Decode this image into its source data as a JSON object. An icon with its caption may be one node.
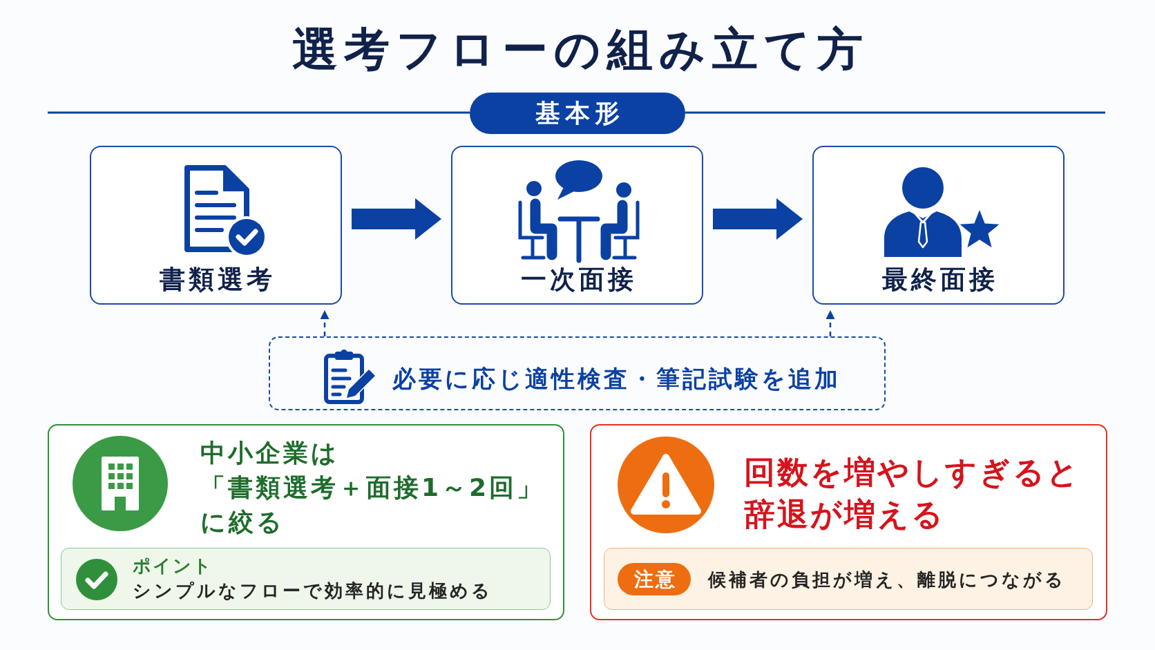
{
  "diagram": {
    "title": "選考フローの組み立て方",
    "nodes": [
      {
        "text": [
          "基本形"
        ]
      },
      {
        "text": [
          "書類選考"
        ]
      },
      {
        "text": [
          "一次面接"
        ]
      },
      {
        "text": [
          "最終面接"
        ]
      },
      {
        "text": [
          "必要に応じ適性検査・筆記試験を追加"
        ]
      },
      {
        "text": [
          "中小企業は「書類選考＋面接1～2回」に絞る"
        ]
      },
      {
        "text": [
          "ポイント",
          "シンプルなフローで効率的に見極める"
        ],
        "in": 5
      },
      {
        "text": [
          "回数を増やしすぎると辞退が増える"
        ]
      },
      {
        "text": [
          "候補者の負担が増え、離脱につながる"
        ],
        "in": 7
      },
      {
        "text": [
          "注意"
        ],
        "in": 8
      }
    ],
    "edges": [
      {
        "from": 1,
        "to": 2,
        "arrow": "to",
        "style": "thick"
      },
      {
        "from": 2,
        "to": 3,
        "arrow": "to",
        "style": "thick"
      },
      {
        "from": 4,
        "to": 1,
        "arrow": "to",
        "style": "dashed"
      },
      {
        "from": 4,
        "to": 3,
        "arrow": "to",
        "style": "dashed"
      }
    ]
  }
}
